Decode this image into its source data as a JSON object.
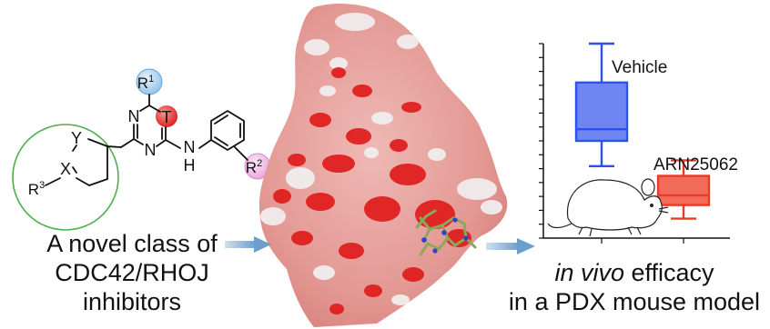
{
  "chemistry": {
    "atoms": {
      "n_top": "N",
      "n_left": "N",
      "n_bottom": "N",
      "t": "T",
      "y": "Y",
      "x": "X",
      "nh_n": "N",
      "nh_h": "H"
    },
    "r1": {
      "base": "R",
      "sup": "1"
    },
    "r2": {
      "base": "R",
      "sup": "2"
    },
    "r3": {
      "base": "R",
      "sup": "3"
    }
  },
  "captions": {
    "left": [
      "A novel class of",
      "CDC42/RHOJ",
      "inhibitors"
    ],
    "right_italic": "in vivo",
    "right_line1_rest": " efficacy",
    "right_line2": "in a PDX mouse model"
  },
  "chart_data": {
    "type": "box",
    "categories": [
      "Vehicle",
      "ARN25062"
    ],
    "colors": {
      "Vehicle": "#6f86f2",
      "ARN25062": "#f26b5b"
    },
    "series": [
      {
        "name": "Vehicle",
        "whisker_low": 0.37,
        "q1": 0.5,
        "median": 0.56,
        "q3": 0.8,
        "whisker_high": 1.0
      },
      {
        "name": "ARN25062",
        "whisker_low": 0.1,
        "q1": 0.17,
        "median": 0.22,
        "q3": 0.32,
        "whisker_high": 0.4
      }
    ],
    "ylim": [
      0,
      1
    ],
    "ticks": 14,
    "xlabel": "",
    "ylabel": ""
  },
  "colors": {
    "arrow": "#7aa6cf",
    "r1_circle": "#9cc7ec",
    "t_atom": "#ea2a2a",
    "r2_circle": "#e9a8df",
    "ring_circle": "#4caf4c",
    "protein_red": "#e02020",
    "protein_pink": "#e7a6a2",
    "protein_white": "#f0eeee"
  }
}
